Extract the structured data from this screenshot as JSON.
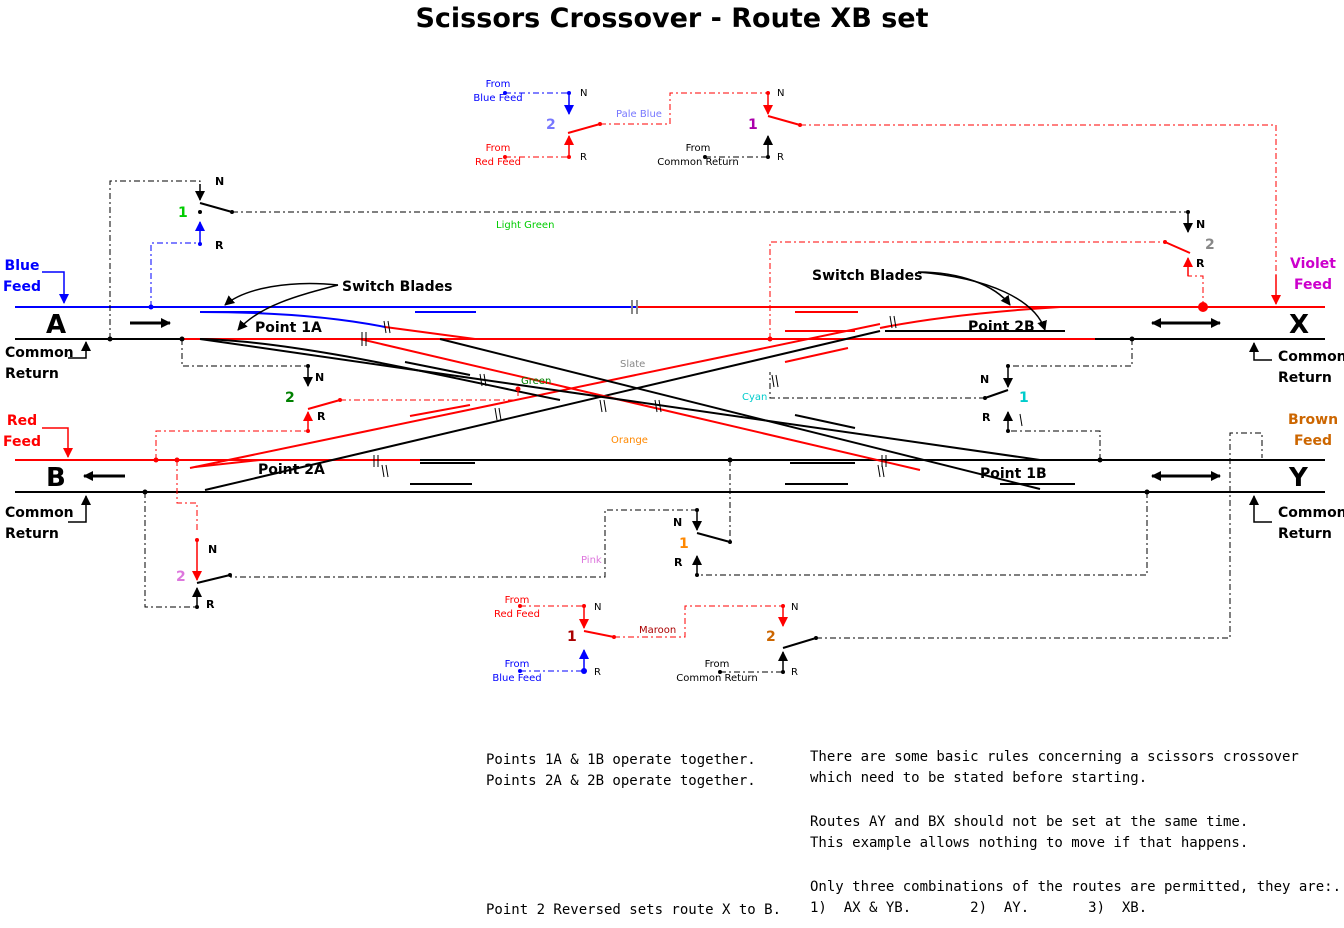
{
  "title": "Scissors Crossover - Route XB set",
  "terminals": {
    "A": "A",
    "B": "B",
    "X": "X",
    "Y": "Y"
  },
  "feeds": {
    "blue": [
      "Blue",
      "Feed"
    ],
    "red": [
      "Red",
      "Feed"
    ],
    "violet": [
      "Violet",
      "Feed"
    ],
    "brown": [
      "Brown",
      "Feed"
    ]
  },
  "common_return": [
    "Common",
    "Return"
  ],
  "switch_blades": "Switch Blades",
  "points": {
    "p1a": "Point 1A",
    "p2a": "Point 2A",
    "p1b": "Point 1B",
    "p2b": "Point 2B"
  },
  "wire_labels": {
    "light_green": "Light Green",
    "slate": "Slate",
    "green": "Green",
    "cyan": "Cyan",
    "orange": "Orange",
    "pink": "Pink",
    "pale_blue": "Pale Blue",
    "maroon": "Maroon"
  },
  "source_labels": {
    "from": "From",
    "blue_feed": "Blue Feed",
    "red_feed": "Red Feed",
    "common_return": "Common Return"
  },
  "switch_marks": {
    "normal": "N",
    "reverse": "R"
  },
  "switch_numbers": {
    "one": "1",
    "two": "2"
  },
  "colors": {
    "blue": "#0000ff",
    "red": "#ff0000",
    "black": "#000000",
    "green": "#00cc00",
    "dark_green": "#008000",
    "violet": "#cc00cc",
    "brown": "#cc6600",
    "grey": "#888888",
    "cyan": "#00cccc",
    "orange": "#ff8800",
    "pink": "#dd77dd",
    "pale_blue": "#7777ff",
    "maroon": "#aa0000",
    "purple": "#aa00aa"
  },
  "notes": {
    "pairs": [
      "Points 1A & 1B operate together.",
      "Points 2A & 2B operate together."
    ],
    "reverse": "Point 2 Reversed sets route X to B.",
    "rules": [
      "There are some basic rules concerning a scissors crossover",
      "which need to be stated before starting.",
      "Routes AY and BX should not be set at the same time.",
      "This example allows nothing to move if that happens.",
      "Only three combinations of the routes are permitted, they are:.",
      "1)  AX & YB.       2)  AY.       3)  XB."
    ]
  }
}
